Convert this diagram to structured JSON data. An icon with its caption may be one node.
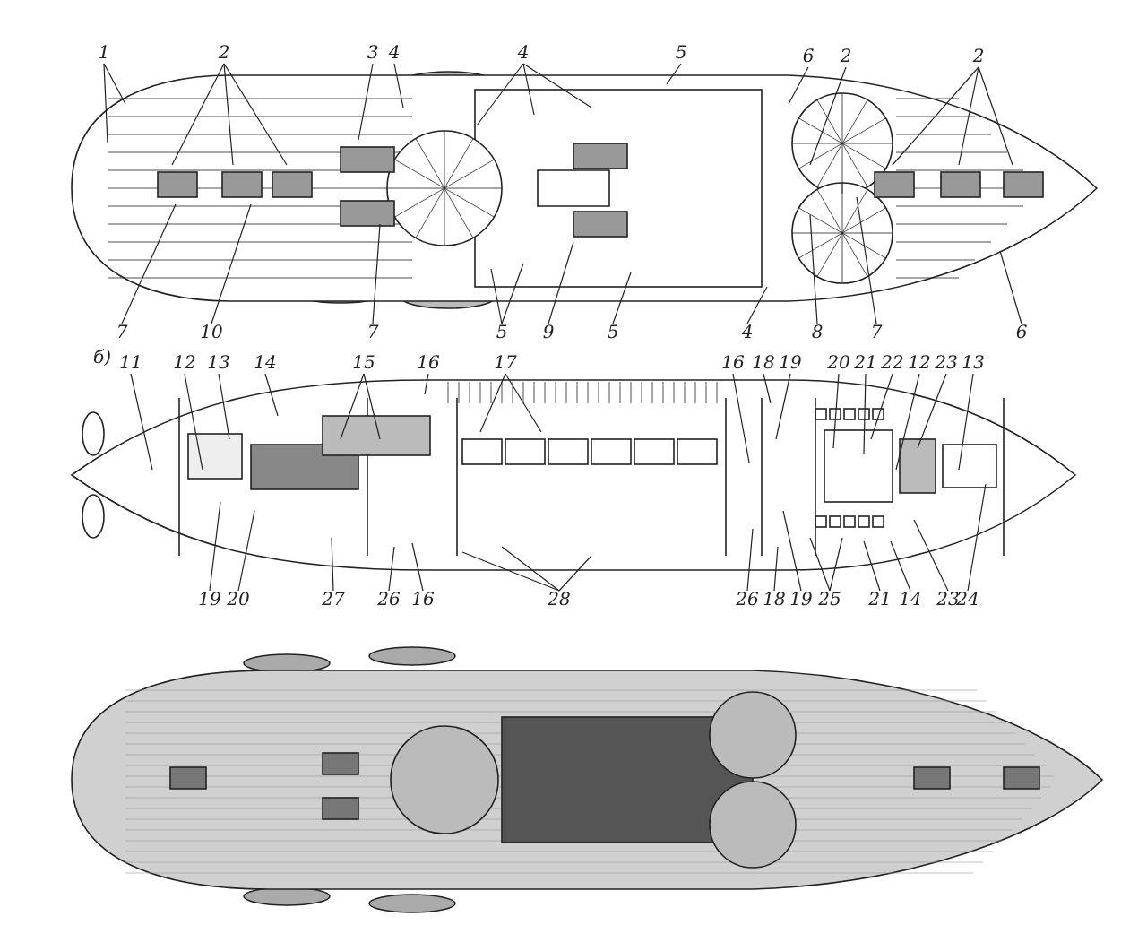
{
  "diagram": {
    "nodes": [
      {
        "text": [
          "1"
        ]
      },
      {
        "text": [
          "2"
        ]
      },
      {
        "text": [
          "3"
        ]
      },
      {
        "text": [
          "4"
        ]
      },
      {
        "text": [
          "4"
        ]
      },
      {
        "text": [
          "5"
        ]
      },
      {
        "text": [
          "6"
        ]
      },
      {
        "text": [
          "2"
        ]
      },
      {
        "text": [
          "2"
        ]
      },
      {
        "text": [
          "7"
        ]
      },
      {
        "text": [
          "10"
        ]
      },
      {
        "text": [
          "7"
        ]
      },
      {
        "text": [
          "5"
        ]
      },
      {
        "text": [
          "9"
        ]
      },
      {
        "text": [
          "5"
        ]
      },
      {
        "text": [
          "4"
        ]
      },
      {
        "text": [
          "8"
        ]
      },
      {
        "text": [
          "7"
        ]
      },
      {
        "text": [
          "6"
        ]
      },
      {
        "text": [
          "11"
        ]
      },
      {
        "text": [
          "12"
        ]
      },
      {
        "text": [
          "13"
        ]
      },
      {
        "text": [
          "14"
        ]
      },
      {
        "text": [
          "15"
        ]
      },
      {
        "text": [
          "16"
        ]
      },
      {
        "text": [
          "17"
        ]
      },
      {
        "text": [
          "16"
        ]
      },
      {
        "text": [
          "18"
        ]
      },
      {
        "text": [
          "19"
        ]
      },
      {
        "text": [
          "20"
        ]
      },
      {
        "text": [
          "21"
        ]
      },
      {
        "text": [
          "22"
        ]
      },
      {
        "text": [
          "12"
        ]
      },
      {
        "text": [
          "23"
        ]
      },
      {
        "text": [
          "13"
        ]
      },
      {
        "text": [
          "19"
        ]
      },
      {
        "text": [
          "20"
        ]
      },
      {
        "text": [
          "27"
        ]
      },
      {
        "text": [
          "26"
        ]
      },
      {
        "text": [
          "16"
        ]
      },
      {
        "text": [
          "28"
        ]
      },
      {
        "text": [
          "26"
        ]
      },
      {
        "text": [
          "18"
        ]
      },
      {
        "text": [
          "19"
        ]
      },
      {
        "text": [
          "25"
        ]
      },
      {
        "text": [
          "21"
        ]
      },
      {
        "text": [
          "14"
        ]
      },
      {
        "text": [
          "23"
        ]
      },
      {
        "text": [
          "24"
        ]
      }
    ],
    "edges": [
      {
        "from": 0,
        "to": null,
        "arrow": "none"
      },
      {
        "from": 0,
        "to": null,
        "arrow": "none"
      },
      {
        "from": 1,
        "to": null,
        "arrow": "none"
      },
      {
        "from": 1,
        "to": null,
        "arrow": "none"
      },
      {
        "from": 1,
        "to": null,
        "arrow": "none"
      },
      {
        "from": 2,
        "to": null,
        "arrow": "none"
      },
      {
        "from": 3,
        "to": null,
        "arrow": "none"
      },
      {
        "from": 4,
        "to": null,
        "arrow": "none"
      },
      {
        "from": 4,
        "to": null,
        "arrow": "none"
      },
      {
        "from": 4,
        "to": null,
        "arrow": "none"
      },
      {
        "from": 5,
        "to": null,
        "arrow": "none"
      },
      {
        "from": 6,
        "to": null,
        "arrow": "none"
      },
      {
        "from": 7,
        "to": null,
        "arrow": "none"
      },
      {
        "from": 8,
        "to": null,
        "arrow": "none"
      },
      {
        "from": 8,
        "to": null,
        "arrow": "none"
      },
      {
        "from": 8,
        "to": null,
        "arrow": "none"
      },
      {
        "from": 9,
        "to": null,
        "arrow": "none"
      },
      {
        "from": 10,
        "to": null,
        "arrow": "none"
      },
      {
        "from": 11,
        "to": null,
        "arrow": "none"
      },
      {
        "from": 12,
        "to": null,
        "arrow": "none"
      },
      {
        "from": 12,
        "to": null,
        "arrow": "none"
      },
      {
        "from": 13,
        "to": null,
        "arrow": "none"
      },
      {
        "from": 14,
        "to": null,
        "arrow": "none"
      },
      {
        "from": 15,
        "to": null,
        "arrow": "none"
      },
      {
        "from": 16,
        "to": null,
        "arrow": "none"
      },
      {
        "from": 17,
        "to": null,
        "arrow": "none"
      },
      {
        "from": 18,
        "to": null,
        "arrow": "none"
      },
      {
        "from": 19,
        "to": null,
        "arrow": "none"
      },
      {
        "from": 20,
        "to": null,
        "arrow": "none"
      },
      {
        "from": 21,
        "to": null,
        "arrow": "none"
      },
      {
        "from": 22,
        "to": null,
        "arrow": "none"
      },
      {
        "from": 23,
        "to": null,
        "arrow": "none"
      },
      {
        "from": 23,
        "to": null,
        "arrow": "none"
      },
      {
        "from": 24,
        "to": null,
        "arrow": "none"
      },
      {
        "from": 25,
        "to": null,
        "arrow": "none"
      },
      {
        "from": 25,
        "to": null,
        "arrow": "none"
      },
      {
        "from": 26,
        "to": null,
        "arrow": "none"
      },
      {
        "from": 27,
        "to": null,
        "arrow": "none"
      },
      {
        "from": 28,
        "to": null,
        "arrow": "none"
      },
      {
        "from": 29,
        "to": null,
        "arrow": "none"
      },
      {
        "from": 30,
        "to": null,
        "arrow": "none"
      },
      {
        "from": 31,
        "to": null,
        "arrow": "none"
      },
      {
        "from": 32,
        "to": null,
        "arrow": "none"
      },
      {
        "from": 33,
        "to": null,
        "arrow": "none"
      },
      {
        "from": 34,
        "to": null,
        "arrow": "none"
      },
      {
        "from": 35,
        "to": null,
        "arrow": "none"
      },
      {
        "from": 36,
        "to": null,
        "arrow": "none"
      },
      {
        "from": 37,
        "to": null,
        "arrow": "none"
      },
      {
        "from": 38,
        "to": null,
        "arrow": "none"
      },
      {
        "from": 39,
        "to": null,
        "arrow": "none"
      },
      {
        "from": 40,
        "to": null,
        "arrow": "none"
      },
      {
        "from": 40,
        "to": null,
        "arrow": "none"
      },
      {
        "from": 40,
        "to": null,
        "arrow": "none"
      },
      {
        "from": 41,
        "to": null,
        "arrow": "none"
      },
      {
        "from": 42,
        "to": null,
        "arrow": "none"
      },
      {
        "from": 43,
        "to": null,
        "arrow": "none"
      },
      {
        "from": 44,
        "to": null,
        "arrow": "none"
      },
      {
        "from": 44,
        "to": null,
        "arrow": "none"
      },
      {
        "from": 45,
        "to": null,
        "arrow": "none"
      },
      {
        "from": 46,
        "to": null,
        "arrow": "none"
      },
      {
        "from": 47,
        "to": null,
        "arrow": "none"
      },
      {
        "from": 48,
        "to": null,
        "arrow": "none"
      }
    ],
    "labels": [
      "б)"
    ]
  }
}
